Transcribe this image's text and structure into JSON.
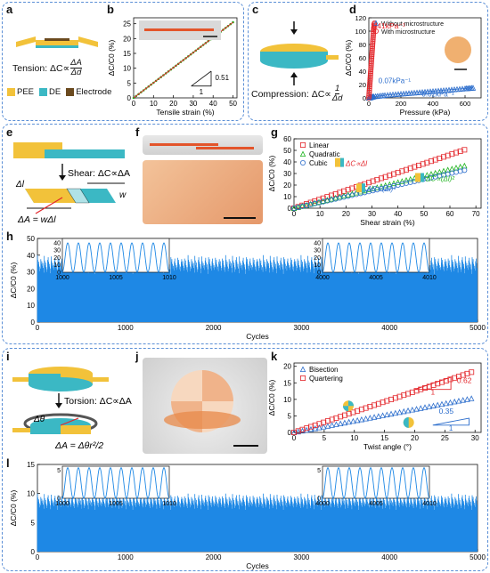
{
  "labels": {
    "a": "a",
    "b": "b",
    "c": "c",
    "d": "d",
    "e": "e",
    "f": "f",
    "g": "g",
    "h": "h",
    "i": "i",
    "j": "j",
    "k": "k",
    "l": "l"
  },
  "panel_a": {
    "formula_prefix": "Tension: ΔC∝",
    "frac_num": "ΔA",
    "frac_den": "Δd",
    "legend": [
      {
        "label": "PEE",
        "color": "#f2c23a"
      },
      {
        "label": "DE",
        "color": "#3bb8c4"
      },
      {
        "label": "Electrode",
        "color": "#6b4a1f"
      }
    ]
  },
  "panel_c": {
    "formula_prefix": "Compression: ΔC∝",
    "frac_num": "1",
    "frac_den": "Δd"
  },
  "panel_e": {
    "formula": "Shear: ΔC∝ΔA",
    "dl": "Δl",
    "w": "w",
    "area": "ΔA = wΔl"
  },
  "panel_i": {
    "formula": "Torsion: ΔC∝ΔA",
    "theta": "Δθ",
    "area": "ΔA = Δθr²/2"
  },
  "colors": {
    "red": "#e3262b",
    "green": "#1db31d",
    "blue": "#2b6dcc",
    "trace": "#1e88e5",
    "panel_border": "#5b8fd6"
  },
  "chart_data": [
    {
      "id": "b",
      "type": "line",
      "xlabel": "Tensile strain (%)",
      "ylabel": "ΔC/C0 (%)",
      "xlim": [
        0,
        52
      ],
      "ylim": [
        0,
        27
      ],
      "xticks": [
        0,
        10,
        20,
        30,
        40,
        50
      ],
      "yticks": [
        0,
        5,
        10,
        15,
        20,
        25
      ],
      "series": [
        {
          "values": [
            [
              0,
              0
            ],
            [
              50,
              25.5
            ]
          ]
        }
      ],
      "slope_label": "0.51",
      "slope_base": "1"
    },
    {
      "id": "d",
      "type": "scatter",
      "xlabel": "Pressure (kPa)",
      "ylabel": "ΔC/C0 (%)",
      "xlim": [
        0,
        700
      ],
      "ylim": [
        0,
        120
      ],
      "xticks": [
        0,
        200,
        400,
        600
      ],
      "yticks": [
        0,
        20,
        40,
        60,
        80,
        100,
        120
      ],
      "series": [
        {
          "name": "Without microstructure",
          "color": "#2b6dcc",
          "marker": "triangle",
          "values": [
            [
              0,
              0
            ],
            [
              10,
              0.7
            ],
            [
              30,
              2
            ],
            [
              100,
              4
            ],
            [
              200,
              6
            ],
            [
              300,
              8
            ],
            [
              400,
              10
            ],
            [
              500,
              12
            ],
            [
              600,
              14
            ],
            [
              650,
              15
            ]
          ]
        },
        {
          "name": "With microstructure",
          "color": "#e3262b",
          "marker": "circle",
          "values": [
            [
              0,
              0
            ],
            [
              5,
              17
            ],
            [
              10,
              34
            ],
            [
              15,
              51
            ],
            [
              20,
              68
            ],
            [
              25,
              85
            ],
            [
              30,
              102
            ],
            [
              35,
              112
            ]
          ]
        }
      ],
      "annotations": [
        "3.41kPa⁻¹",
        "0.07kPa⁻¹",
        "0.02kPa⁻¹"
      ]
    },
    {
      "id": "g",
      "type": "scatter",
      "xlabel": "Shear strain (%)",
      "ylabel": "ΔC/C0 (%)",
      "xlim": [
        0,
        72
      ],
      "ylim": [
        0,
        60
      ],
      "xticks": [
        0,
        10,
        20,
        30,
        40,
        50,
        60,
        70
      ],
      "yticks": [
        0,
        10,
        20,
        30,
        40,
        50,
        60
      ],
      "series": [
        {
          "name": "Linear",
          "color": "#e3262b",
          "marker": "square",
          "slope": 0.77
        },
        {
          "name": "Quadratic",
          "color": "#1db31d",
          "marker": "triangle",
          "slope": 0.56
        },
        {
          "name": "Cubic",
          "color": "#2b6dcc",
          "marker": "circle",
          "slope": 0.5
        }
      ],
      "xmax": 67,
      "annotations": [
        "ΔC∝Δl",
        "ΔC∝(Δl)²",
        "ΔC∝(Δl)³"
      ]
    },
    {
      "id": "h",
      "type": "line",
      "xlabel": "Cycles",
      "ylabel": "ΔC/C0 (%)",
      "xlim": [
        0,
        5000
      ],
      "ylim": [
        0,
        50
      ],
      "xticks": [
        0,
        1000,
        2000,
        3000,
        4000,
        5000
      ],
      "yticks": [
        0,
        10,
        20,
        30,
        40,
        50
      ],
      "band": [
        0,
        40
      ],
      "insets": [
        {
          "xticks": [
            1000,
            1005,
            1010
          ],
          "yticks": [
            0,
            10,
            20,
            30,
            40
          ],
          "cycles": 10
        },
        {
          "xticks": [
            4000,
            4005,
            4010
          ],
          "yticks": [
            0,
            10,
            20,
            30,
            40
          ],
          "cycles": 10
        }
      ]
    },
    {
      "id": "k",
      "type": "scatter",
      "xlabel": "Twist angle (°)",
      "ylabel": "ΔC/C0 (%)",
      "xlim": [
        0,
        31
      ],
      "ylim": [
        0,
        21
      ],
      "xticks": [
        0,
        5,
        10,
        15,
        20,
        25,
        30
      ],
      "yticks": [
        0,
        5,
        10,
        15,
        20
      ],
      "series": [
        {
          "name": "Bisection",
          "color": "#2b6dcc",
          "marker": "triangle",
          "slope": 0.35
        },
        {
          "name": "Quartering",
          "color": "#e3262b",
          "marker": "square",
          "slope": 0.62
        }
      ],
      "xmax": 30,
      "slope_labels": [
        "0.62",
        "0.35"
      ],
      "slope_base": "1"
    },
    {
      "id": "l",
      "type": "line",
      "xlabel": "Cycles",
      "ylabel": "ΔC/C0 (%)",
      "xlim": [
        0,
        5000
      ],
      "ylim": [
        0,
        15
      ],
      "xticks": [
        0,
        1000,
        2000,
        3000,
        4000,
        5000
      ],
      "yticks": [
        0,
        5,
        10,
        15
      ],
      "band": [
        0,
        10
      ],
      "insets": [
        {
          "xticks": [
            1000,
            1005,
            1010
          ],
          "yticks": [
            0,
            5
          ],
          "cycles": 10
        },
        {
          "xticks": [
            4000,
            4005,
            4010
          ],
          "yticks": [
            0,
            5
          ],
          "cycles": 10
        }
      ]
    }
  ]
}
